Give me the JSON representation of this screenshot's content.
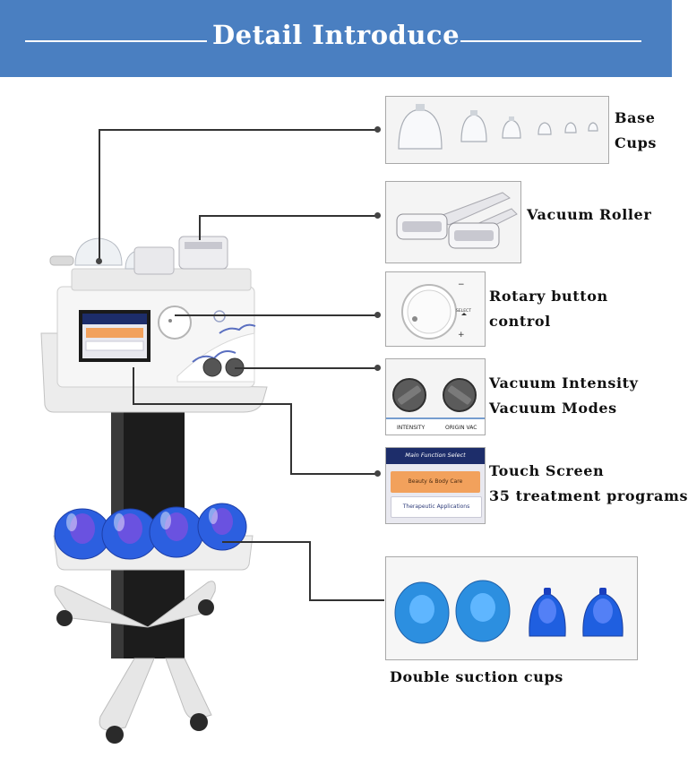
{
  "banner": {
    "title": "Detail Introduce"
  },
  "features": {
    "base_cups": {
      "line1": "Base",
      "line2": "Cups"
    },
    "vacuum_roller": {
      "label": "Vacuum Roller"
    },
    "rotary": {
      "line1": "Rotary button",
      "line2": "control"
    },
    "vacuum": {
      "line1": "Vacuum Intensity",
      "line2": "Vacuum Modes"
    },
    "touch": {
      "line1": "Touch Screen",
      "line2": "35 treatment programs"
    },
    "double_cups": {
      "label": "Double suction cups"
    }
  },
  "screen": {
    "title": "Main Function Select",
    "option1": "Beauty & Body Care",
    "option2": "Therapeutic Applications"
  },
  "knobs": {
    "left": "INTENSITY",
    "right": "ORIGIN VAC"
  },
  "dial": {
    "minus": "−",
    "plus": "+",
    "select": "SELECT"
  },
  "colors": {
    "banner": "#4a7fc1",
    "cup_blue": "#2c5fe0",
    "screen_orange": "#f2a15c"
  }
}
